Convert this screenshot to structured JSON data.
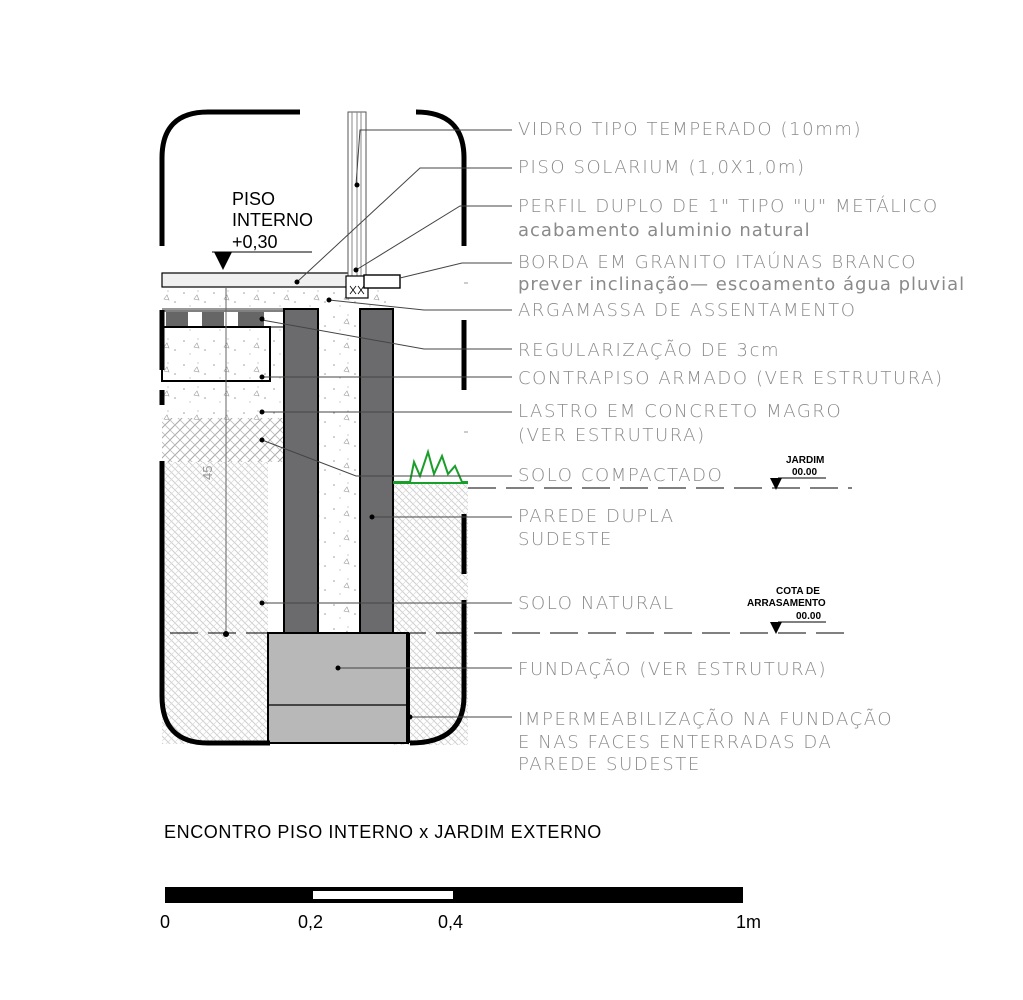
{
  "labels": {
    "vidro": "VIDRO TIPO TEMPERADO (10mm)",
    "piso_solarium": "PISO SOLARIUM (1,0X1,0m)",
    "perfil_1": "PERFIL DUPLO DE 1\" TIPO \"U\" METÁLICO",
    "perfil_2": "acabamento aluminio natural",
    "borda_1": "BORDA EM GRANITO ITAÚNAS BRANCO",
    "borda_2": "prever inclinação— escoamento água pluvial",
    "argamassa": "ARGAMASSA DE ASSENTAMENTO",
    "regularizacao": "REGULARIZAÇÃO DE 3cm",
    "contrapiso": "CONTRAPISO ARMADO (VER ESTRUTURA)",
    "lastro_1": "LASTRO EM CONCRETO MAGRO",
    "lastro_2": "(VER ESTRUTURA)",
    "solo_compactado": "SOLO COMPACTADO",
    "parede_1": "PAREDE DUPLA",
    "parede_2": "SUDESTE",
    "solo_natural": "SOLO NATURAL",
    "fundacao": "FUNDAÇÃO (VER ESTRUTURA)",
    "imper_1": "IMPERMEABILIZAÇÃO NA FUNDAÇÃO",
    "imper_2": "E NAS FACES ENTERRADAS DA",
    "imper_3": "PAREDE SUDESTE"
  },
  "levels": {
    "piso_interno_1": "PISO",
    "piso_interno_2": "INTERNO",
    "piso_interno_3": "+0,30",
    "jardim_name": "JARDIM",
    "jardim_value": "00.00",
    "cota_1": "COTA DE",
    "cota_2": "ARRASAMENTO",
    "cota_value": "00.00"
  },
  "dimension": "45",
  "title": "ENCONTRO PISO INTERNO x JARDIM EXTERNO",
  "scale_bar": {
    "ticks": [
      "0",
      "0,2",
      "0,4",
      "1m"
    ]
  },
  "colors": {
    "wall": "#6b6b6d",
    "foundation": "#b8b8b8",
    "grass": "#1a9e2a",
    "label_text": "#8a8a8a"
  }
}
